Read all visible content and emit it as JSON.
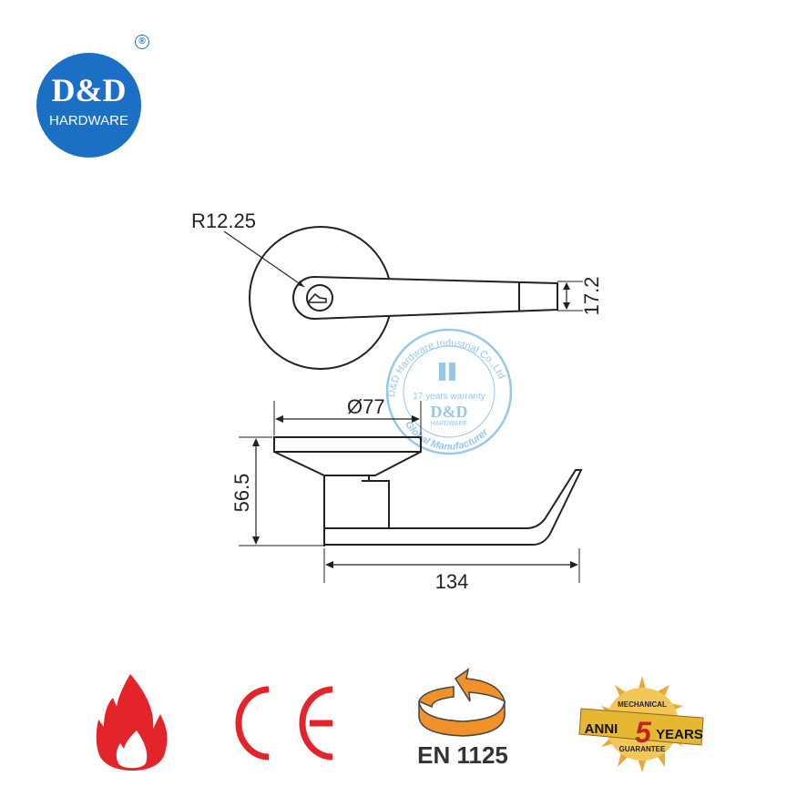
{
  "logo": {
    "brand": "D&D",
    "subtitle": "HARDWARE",
    "registered_mark": "®",
    "color": "#1b6fc4"
  },
  "drawing": {
    "line_color": "#222222",
    "top_view": {
      "radius_label": "R12.25",
      "width_label": "17.2"
    },
    "side_view": {
      "diameter_label": "Ø77",
      "height_label": "56.5",
      "length_label": "134"
    }
  },
  "watermark": {
    "ring_text_top": "D&D Hardware Industrial Co.,Ltd",
    "ring_text_bottom": "Global Manufacturer",
    "center_line": "17 years warranty",
    "brand": "D&D",
    "subtitle": "HARDWARE",
    "color": "#8cc1e8"
  },
  "certifications": [
    {
      "name": "fire-rated",
      "icon": "flame-icon",
      "color": "#e3242b"
    },
    {
      "name": "ce-mark",
      "label": "CE",
      "color": "#e3242b"
    },
    {
      "name": "en-standard",
      "icon": "rotation-arrow-icon",
      "label": "EN 1125",
      "color": "#f0912a"
    },
    {
      "name": "guarantee",
      "icon": "sunburst-badge-icon",
      "top": "MECHANICAL",
      "left": "ANNI",
      "number": "5",
      "right": "YEARS",
      "bottom": "GUARANTEE"
    }
  ]
}
